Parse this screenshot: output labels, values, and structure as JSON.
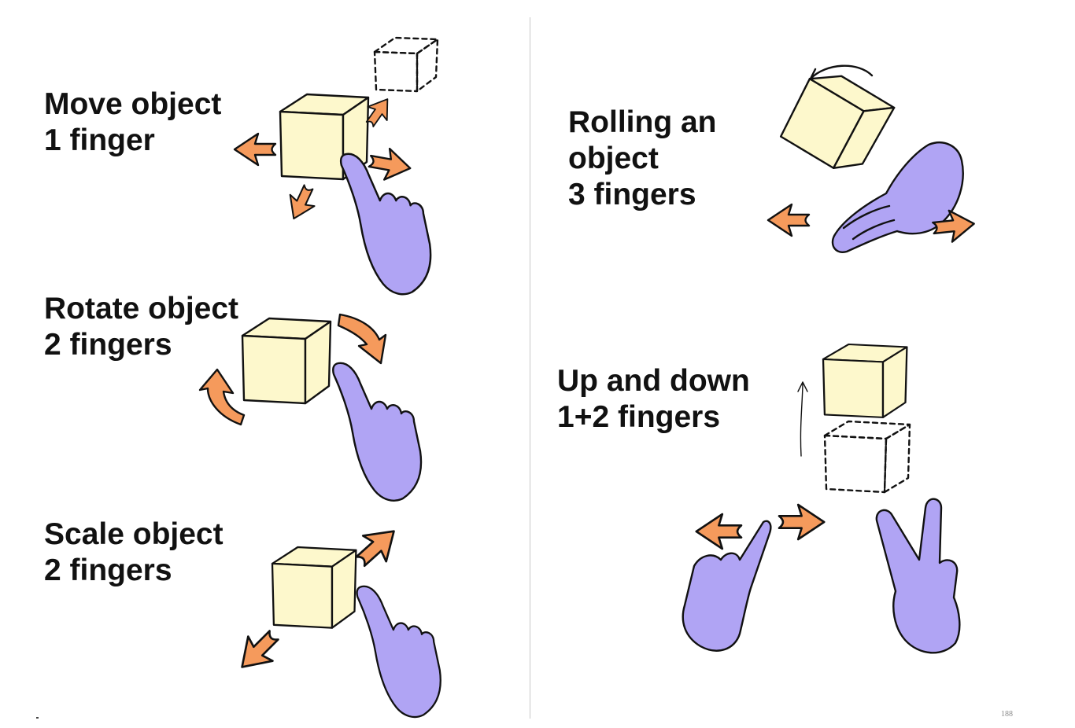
{
  "panels": {
    "move": {
      "line1": "Move object",
      "line2": "1 finger"
    },
    "rotate": {
      "line1": "Rotate object",
      "line2": "2 fingers"
    },
    "scale": {
      "line1": "Scale object",
      "line2": "2 fingers"
    },
    "rolling": {
      "line1": "Rolling an",
      "line2": "object",
      "line3": "3 fingers"
    },
    "updown": {
      "line1": "Up and down",
      "line2": "1+2 fingers"
    }
  },
  "page_number": "188",
  "colors": {
    "cube_fill": "#FDF8CC",
    "hand_fill": "#B0A4F4",
    "arrow_fill": "#F59A5C",
    "outline": "#111111"
  },
  "icons": [
    "cube-icon",
    "dashed-cube-icon",
    "pointing-hand-icon",
    "flat-hand-icon",
    "v-sign-hand-icon",
    "direction-arrow-icon",
    "rotation-arrow-icon"
  ]
}
